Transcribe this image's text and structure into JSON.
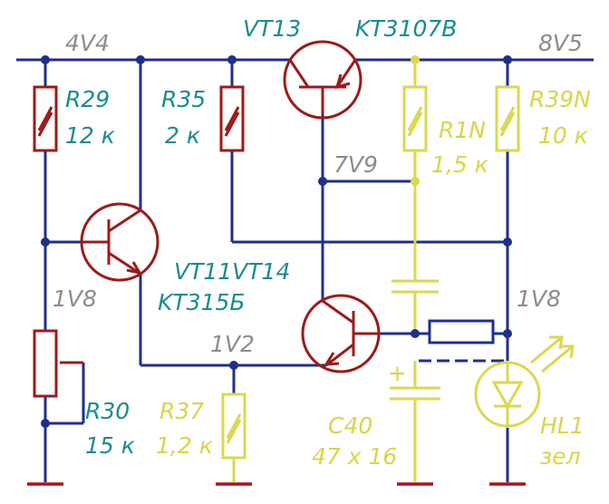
{
  "nodes": {
    "n_4v4": "4V4",
    "n_8v5": "8V5",
    "n_7v9": "7V9",
    "n_1v8_left": "1V8",
    "n_1v2": "1V2",
    "n_1v8_right": "1V8"
  },
  "components": {
    "vt13": {
      "ref": "VT13",
      "part": "KT3107B"
    },
    "vt11_vt14": {
      "ref": "VT11VT14",
      "part": "KT315Б"
    },
    "r29": {
      "ref": "R29",
      "value": "12 к"
    },
    "r35": {
      "ref": "R35",
      "value": "2 к"
    },
    "r1n": {
      "ref": "R1N",
      "value": "1,5 к"
    },
    "r39n": {
      "ref": "R39N",
      "value": "10 к"
    },
    "r30": {
      "ref": "R30",
      "value": "15 к"
    },
    "r37": {
      "ref": "R37",
      "value": "1,2 к"
    },
    "c40": {
      "ref": "C40",
      "value": "47 x 16",
      "polarity": "+"
    },
    "hl1": {
      "ref": "HL1",
      "value": "зел"
    }
  },
  "colors": {
    "wire_blue": "#1f2f8a",
    "wire_yellow": "#d9d94f",
    "component_red": "#9b1b1b",
    "ground_red": "#b0101a",
    "label_teal": "#1a8c8c",
    "label_gray": "#8c8c8c",
    "label_yellow": "#d6d64a"
  }
}
